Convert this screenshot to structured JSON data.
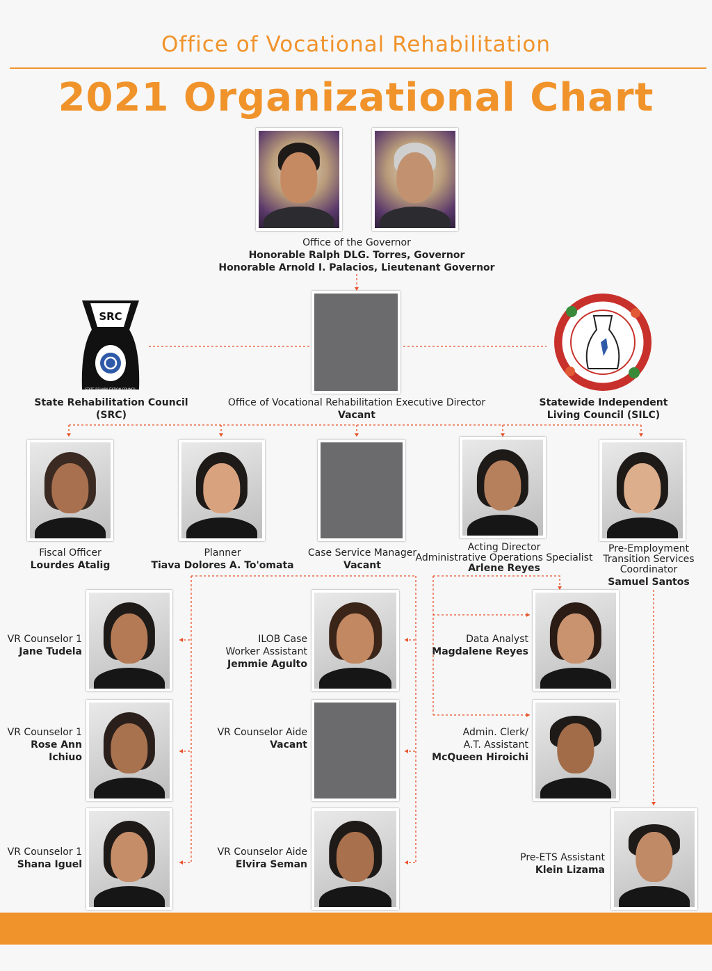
{
  "header": {
    "subtitle": "Office of Vocational Rehabilitation",
    "title": "2021 Organizational Chart"
  },
  "colors": {
    "accent": "#f0932b",
    "connector": "#e8532b",
    "vacant": "#6b6b6d"
  },
  "governor": {
    "office": "Office of the Governor",
    "line1": "Honorable Ralph DLG. Torres, Governor",
    "line2": "Honorable Arnold I. Palacios, Lieutenant Governor"
  },
  "director": {
    "role": "Office of Vocational Rehabilitation Executive Director",
    "name": "Vacant"
  },
  "src": {
    "line1": "State Rehabilitation Council",
    "line2": "(SRC)",
    "logo_letters": "SRC",
    "logo_caption": "STATE REHABILITATION COUNCIL"
  },
  "silc": {
    "line1": "Statewide Independent",
    "line2": "Living Council (SILC)"
  },
  "staff": {
    "fiscal": {
      "role": "Fiscal Officer",
      "name": "Lourdes Atalig"
    },
    "planner": {
      "role": "Planner",
      "name": "Tiava Dolores A. To'omata"
    },
    "case_manager": {
      "role": "Case Service Manager",
      "name": "Vacant"
    },
    "acting": {
      "role1": "Acting Director",
      "role2": "Administrative Operations Specialist",
      "name": "Arlene Reyes"
    },
    "pre_emp": {
      "role1": "Pre-Employment",
      "role2": "Transition Services",
      "role3": "Coordinator",
      "name": "Samuel Santos"
    },
    "vr1": {
      "role": "VR Counselor 1",
      "name": "Jane Tudela"
    },
    "vr2": {
      "role": "VR Counselor 1",
      "name": "Rose Ann Ichiuo"
    },
    "vr3": {
      "role": "VR Counselor 1",
      "name": "Shana Iguel"
    },
    "ilob": {
      "role1": "ILOB Case",
      "role2": "Worker Assistant",
      "name": "Jemmie Agulto"
    },
    "aide1": {
      "role": "VR Counselor Aide",
      "name": "Vacant"
    },
    "aide2": {
      "role": "VR Counselor Aide",
      "name": "Elvira Seman"
    },
    "data": {
      "role": "Data Analyst",
      "name": "Magdalene Reyes"
    },
    "clerk": {
      "role1": "Admin. Clerk/",
      "role2": "A.T. Assistant",
      "name": "McQueen Hiroichi"
    },
    "pre_ets": {
      "role": "Pre-ETS Assistant",
      "name": "Klein Lizama"
    }
  }
}
